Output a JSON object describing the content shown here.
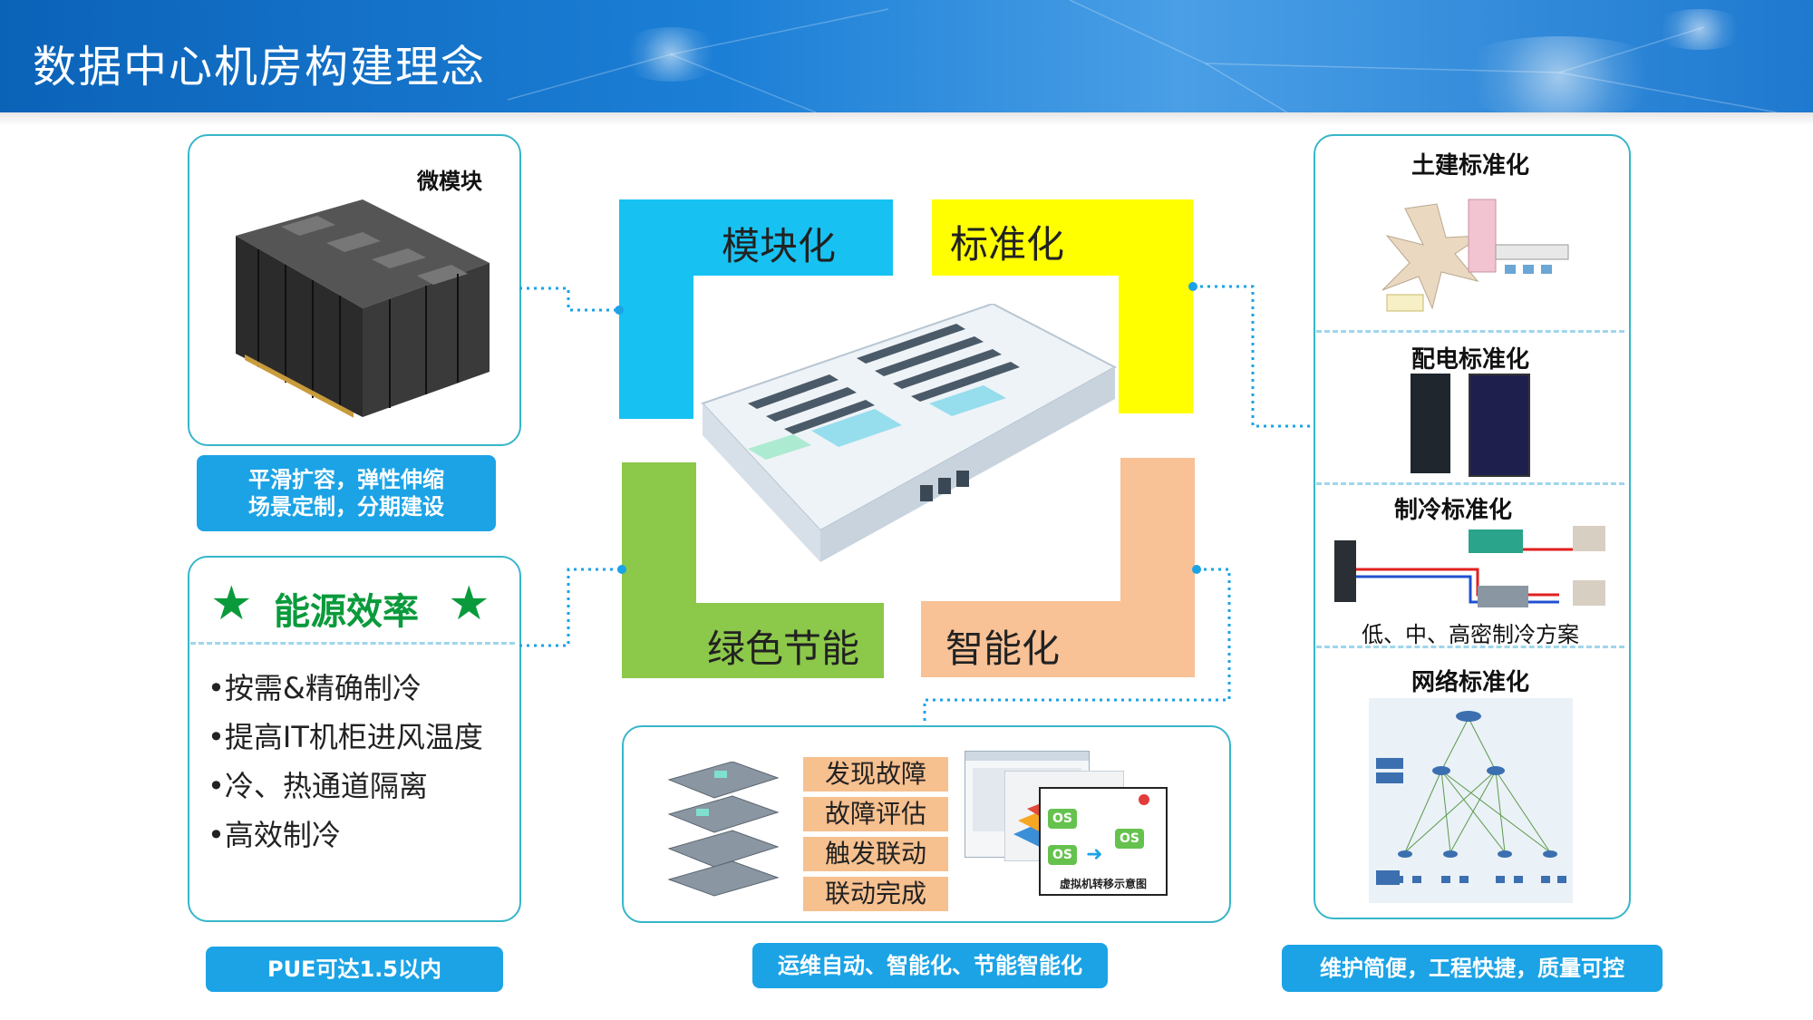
{
  "header": {
    "title": "数据中心机房构建理念"
  },
  "left_top": {
    "label": "微模块",
    "caption_line1": "平滑扩容，弹性伸缩",
    "caption_line2": "场景定制，分期建设"
  },
  "left_bottom": {
    "title": "能源效率",
    "bullets": [
      "•按需&精确制冷",
      "•提高IT机柜进风温度",
      "•冷、热通道隔离",
      "•高效制冷"
    ],
    "footer": "PUE可达1.5以内"
  },
  "center": {
    "quadrants": {
      "tl": {
        "label": "模块化",
        "color": "#17c2f2"
      },
      "tr": {
        "label": "标准化",
        "color": "#ffff00"
      },
      "bl": {
        "label": "绿色节能",
        "color": "#8cc84a"
      },
      "br": {
        "label": "智能化",
        "color": "#f8c196"
      }
    }
  },
  "ops": {
    "steps": [
      "发现故障",
      "故障评估",
      "触发联动",
      "联动完成"
    ],
    "vm_caption": "虚拟机转移示意图",
    "os_label": "OS",
    "footer": "运维自动、智能化、节能智能化"
  },
  "right": {
    "sections": [
      "土建标准化",
      "配电标准化",
      "制冷标准化",
      "网络标准化"
    ],
    "cooling_caption": "低、中、高密制冷方案",
    "footer": "维护简便，工程快捷，质量可控"
  },
  "colors": {
    "accent": "#1ba3e6",
    "panel_border": "#37b6c9",
    "green": "#0a9a3c"
  }
}
